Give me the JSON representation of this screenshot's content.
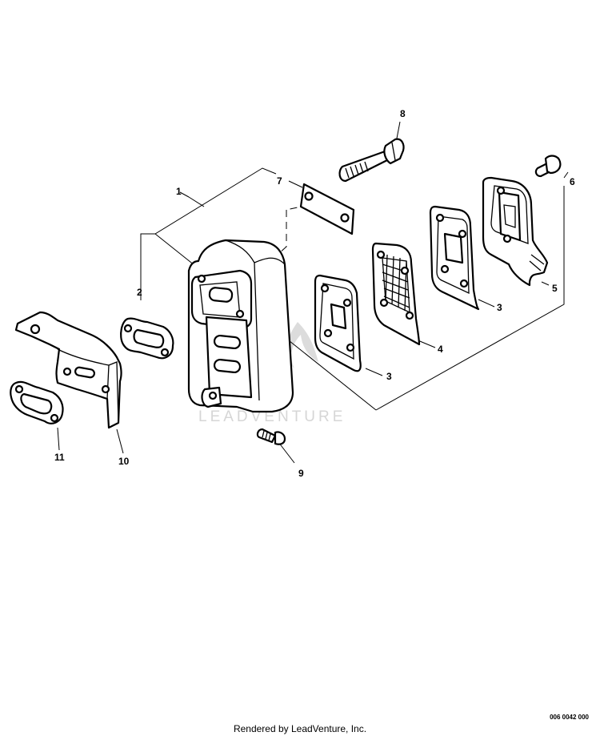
{
  "callouts": {
    "c1": "1",
    "c2": "2",
    "c3a": "3",
    "c3b": "3",
    "c4": "4",
    "c5": "5",
    "c6": "6",
    "c7": "7",
    "c8": "8",
    "c9": "9",
    "c10": "10",
    "c11": "11"
  },
  "watermark": "LEADVENTURE",
  "drawing_number": "006 0042 000",
  "footer": "Rendered by LeadVenture, Inc."
}
